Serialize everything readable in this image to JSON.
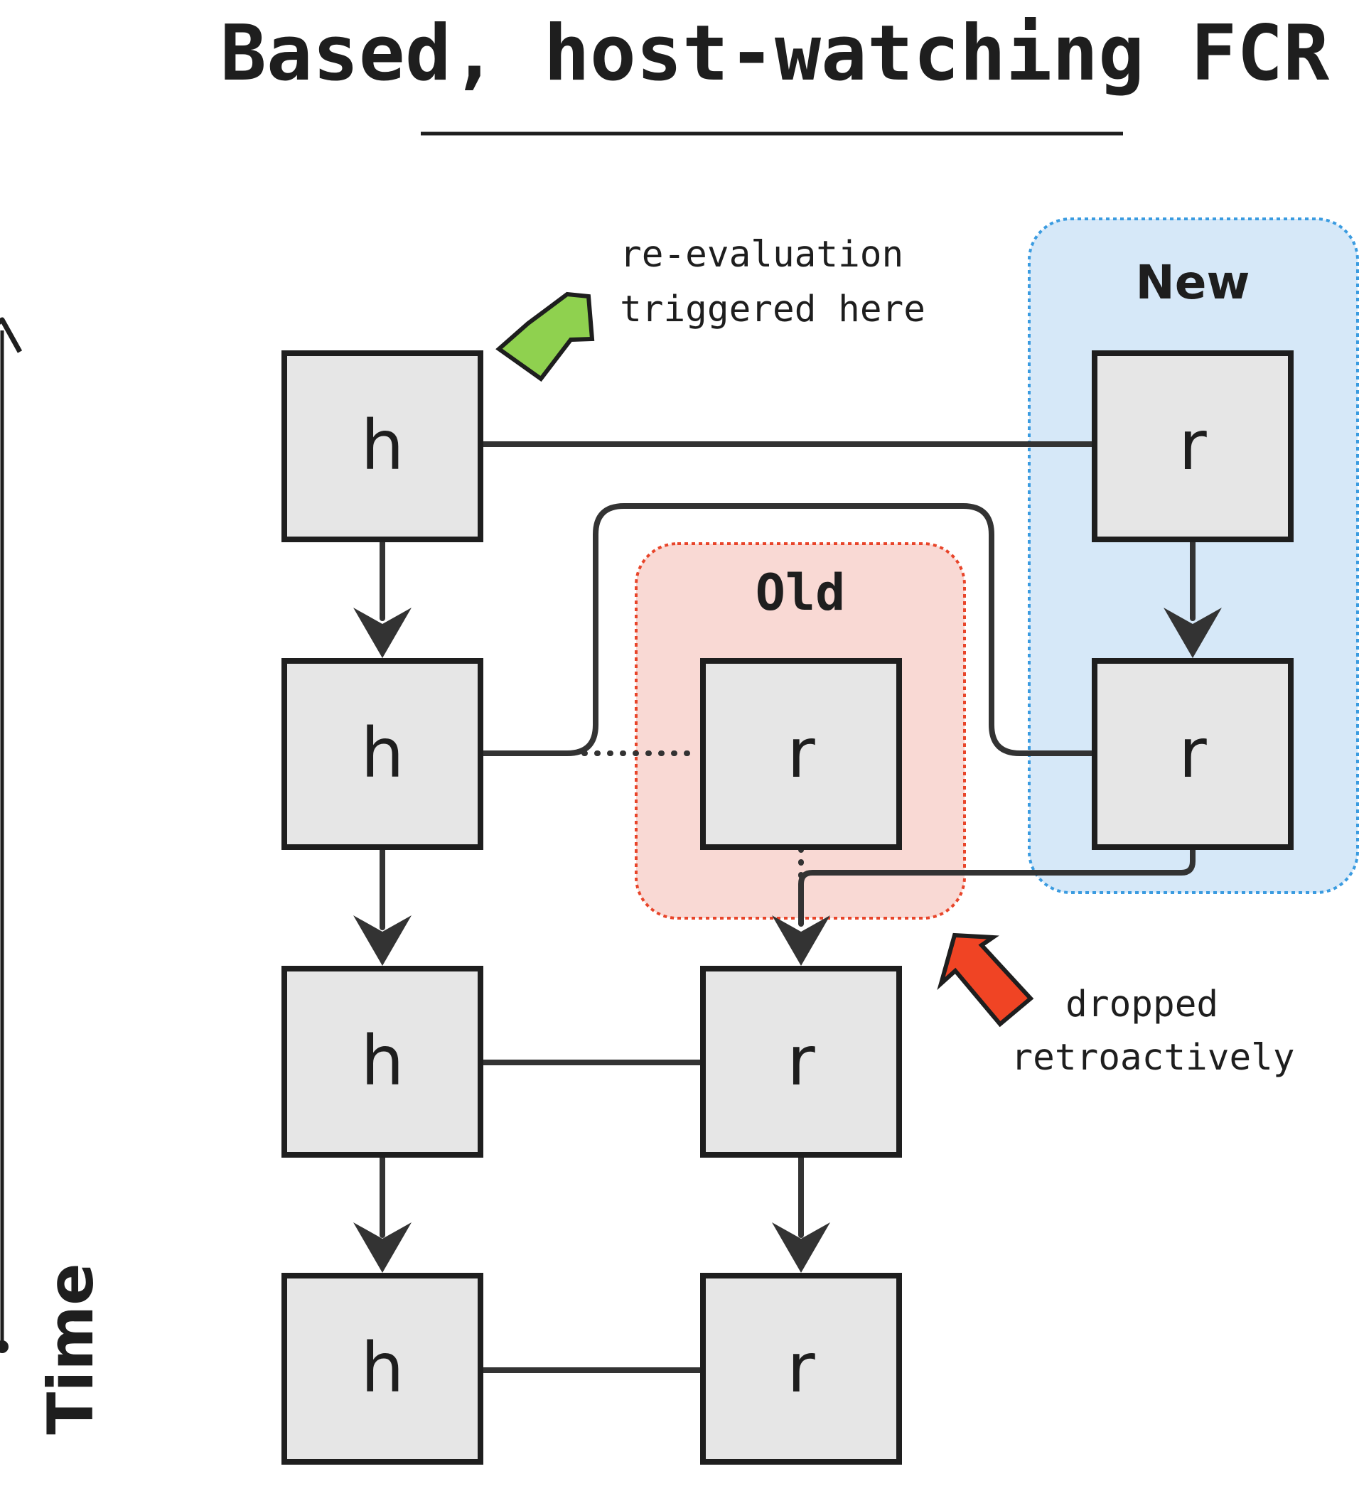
{
  "title": "Based, host-watching FCR",
  "axis": {
    "label": "Time"
  },
  "groups": {
    "new": {
      "label": "New",
      "fill": "#d6e8f8",
      "stroke": "#3a9be0"
    },
    "old": {
      "label": "Old",
      "fill": "#f9d9d4",
      "stroke": "#e8452a"
    }
  },
  "annotations": {
    "reevaluation": {
      "lines": [
        "re-evaluation",
        "triggered here"
      ],
      "arrow_color": "#8fd14f"
    },
    "dropped": {
      "lines": [
        "dropped",
        "retroactively"
      ],
      "arrow_color": "#f04424"
    }
  },
  "nodes": {
    "h1": "h",
    "h2": "h",
    "h3": "h",
    "h4": "h",
    "r_new1": "r",
    "r_new2": "r",
    "r_old": "r",
    "r3": "r",
    "r4": "r"
  },
  "colors": {
    "box_fill": "#e6e6e6",
    "line": "#333333",
    "text": "#1e1e1e"
  }
}
